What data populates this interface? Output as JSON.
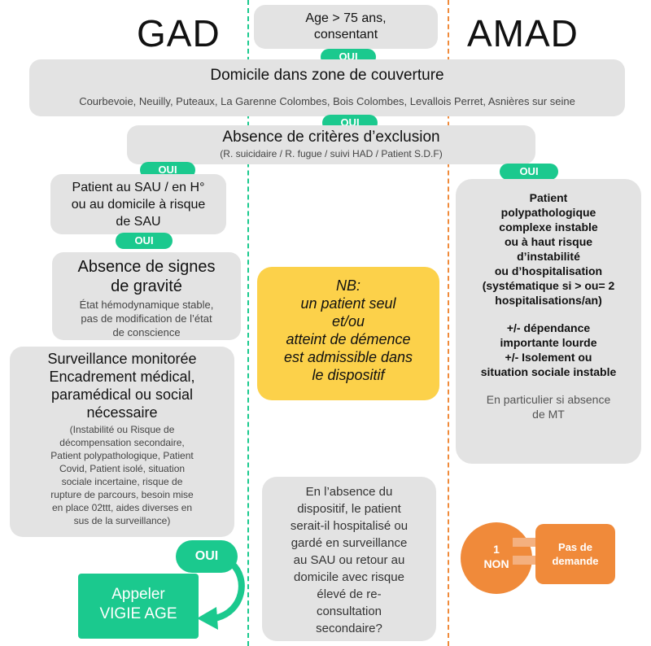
{
  "titles": {
    "left": "GAD",
    "right": "AMAD"
  },
  "colors": {
    "green": "#1bc98e",
    "orange": "#f08a3a",
    "grey_box": "#e3e3e3",
    "yellow": "#fcd14a"
  },
  "top_box": {
    "line1": "Age > 75 ans,",
    "line2": "consentant"
  },
  "oui": "OUI",
  "domicile": {
    "title": "Domicile dans zone de couverture",
    "cities": "Courbevoie, Neuilly, Puteaux, La Garenne Colombes, Bois Colombes, Levallois Perret, Asnières sur seine"
  },
  "exclusion": {
    "title": "Absence de critères d’exclusion",
    "detail": "(R. suicidaire / R. fugue / suivi HAD / Patient S.D.F)"
  },
  "gad": {
    "patient_sau": [
      "Patient au SAU / en H°",
      "ou au domicile à risque",
      "de SAU"
    ],
    "gravite_title": [
      "Absence de signes",
      "de gravité"
    ],
    "gravite_detail": [
      "État hémodynamique stable,",
      "pas de modification de l’état",
      "de conscience"
    ],
    "surveillance_title": [
      "Surveillance monitorée",
      "Encadrement médical,",
      "paramédical ou social",
      "nécessaire"
    ],
    "surveillance_detail": [
      "(Instabilité ou Risque de",
      "décompensation secondaire,",
      "Patient polypathologique, Patient",
      "Covid, Patient isolé, situation",
      "sociale incertaine, risque de",
      "rupture de parcours, besoin mise",
      "en place 02ttt, aides diverses en",
      "sus de la surveillance)"
    ],
    "appeler": [
      "Appeler",
      "VIGIE AGE"
    ]
  },
  "middle": {
    "nb": [
      "NB:",
      "un patient seul",
      "et/ou",
      "atteint de démence",
      "est admissible dans",
      "le dispositif"
    ],
    "question": [
      "En l’absence du",
      "dispositif, le patient",
      "serait-il hospitalisé ou",
      "gardé en surveillance",
      "au SAU ou retour au",
      "domicile avec risque",
      "élevé de re-",
      "consultation",
      "secondaire?"
    ]
  },
  "amad": {
    "patient_bold": [
      "Patient",
      "polypathologique",
      "complexe instable",
      "ou à haut risque",
      "d’instabilité",
      "ou d’hospitalisation",
      "(systématique si > ou= 2",
      "hospitalisations/an)"
    ],
    "dependance": [
      "+/- dépendance",
      "importante lourde",
      "+/- Isolement ou",
      "situation sociale instable"
    ],
    "particulier": [
      "En particulier si absence",
      "de MT"
    ],
    "non": [
      "1",
      "NON"
    ],
    "pas_demande": [
      "Pas de",
      "demande"
    ]
  }
}
